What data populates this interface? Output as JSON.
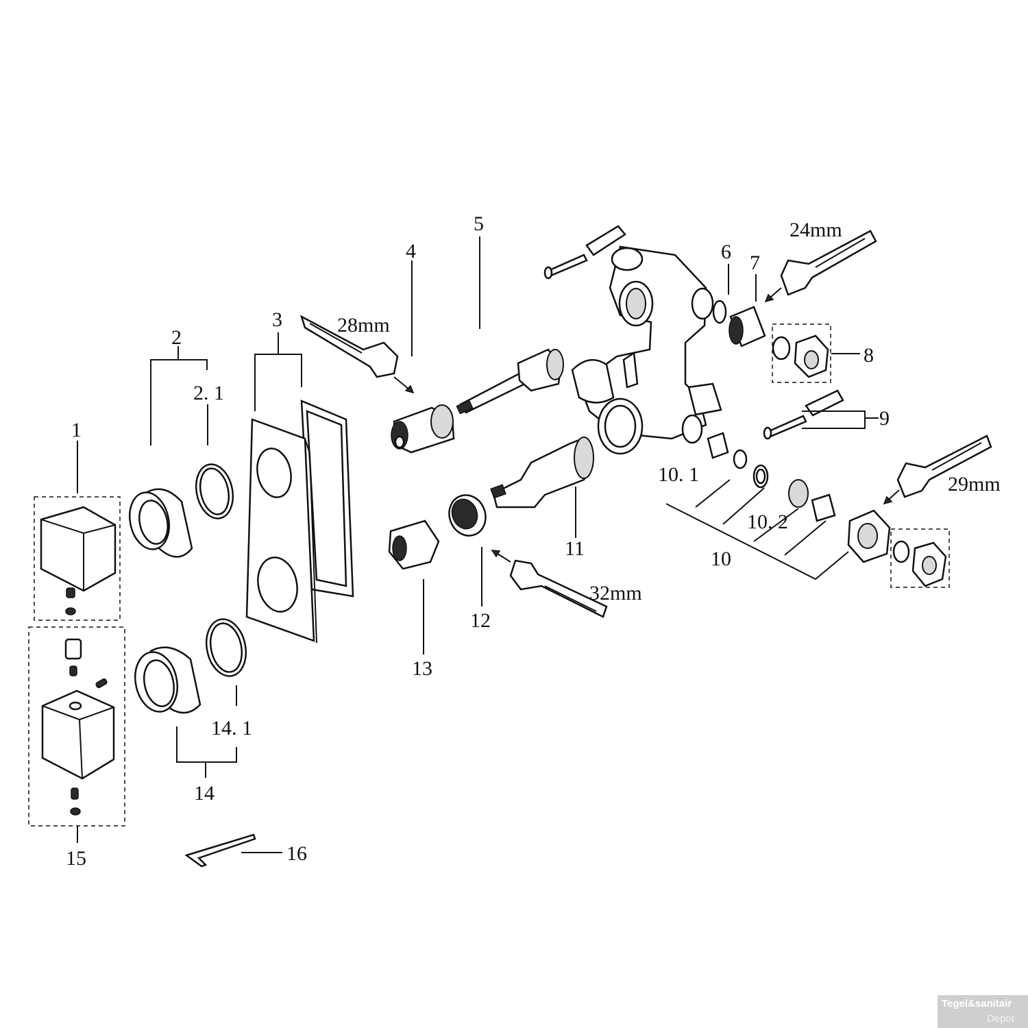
{
  "labels": {
    "l1": "1",
    "l2": "2",
    "l2_1": "2. 1",
    "l3": "3",
    "l4": "4",
    "l5": "5",
    "l6": "6",
    "l7": "7",
    "l8": "8",
    "l9": "9",
    "l10": "10",
    "l10_1": "10. 1",
    "l10_2": "10. 2",
    "l11": "11",
    "l12": "12",
    "l13": "13",
    "l14": "14",
    "l14_1": "14. 1",
    "l15": "15",
    "l16": "16"
  },
  "wrench_sizes": {
    "w28": "28mm",
    "w24": "24mm",
    "w29": "29mm",
    "w32": "32mm"
  },
  "watermark": {
    "line1": "Tegel&sanitair",
    "line2": "Depot"
  }
}
